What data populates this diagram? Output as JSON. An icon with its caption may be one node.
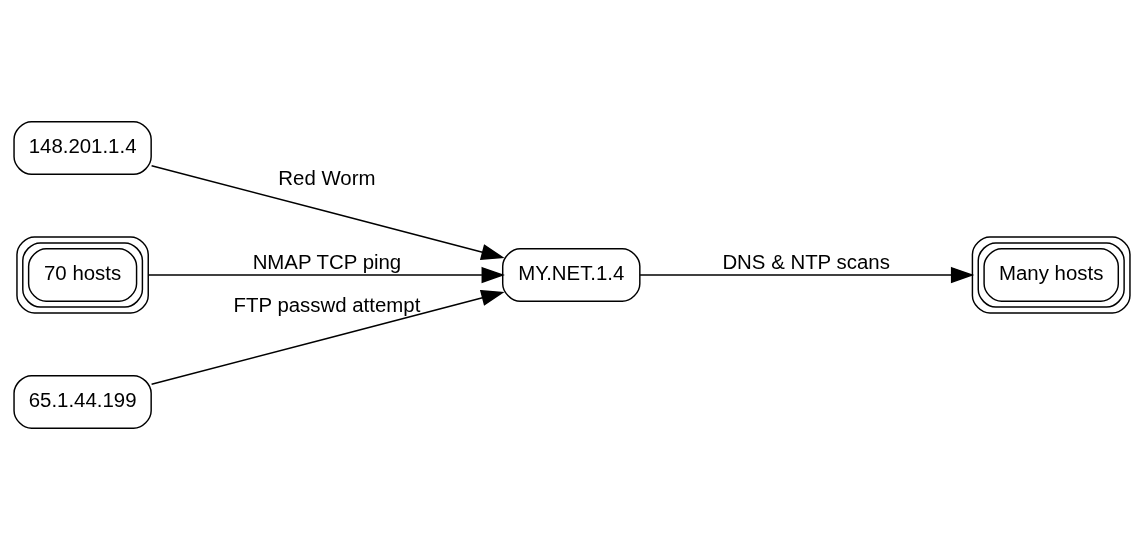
{
  "diagram": {
    "nodes": [
      {
        "text": [
          "148.201.1.4"
        ]
      },
      {
        "text": [
          "MY.NET.1.4"
        ]
      },
      {
        "text": [
          "Many hosts"
        ]
      },
      {
        "text": [
          "70 hosts"
        ]
      },
      {
        "text": [
          "65.1.44.199"
        ]
      }
    ],
    "edges": [
      {
        "from": 0,
        "to": 1,
        "arrow": "to",
        "label": "Red Worm"
      },
      {
        "from": 1,
        "to": 2,
        "arrow": "to",
        "label": "DNS & NTP scans"
      },
      {
        "from": 3,
        "to": 1,
        "arrow": "to",
        "label": "NMAP TCP ping"
      },
      {
        "from": 4,
        "to": 1,
        "arrow": "to",
        "label": "FTP passwd attempt"
      }
    ]
  }
}
